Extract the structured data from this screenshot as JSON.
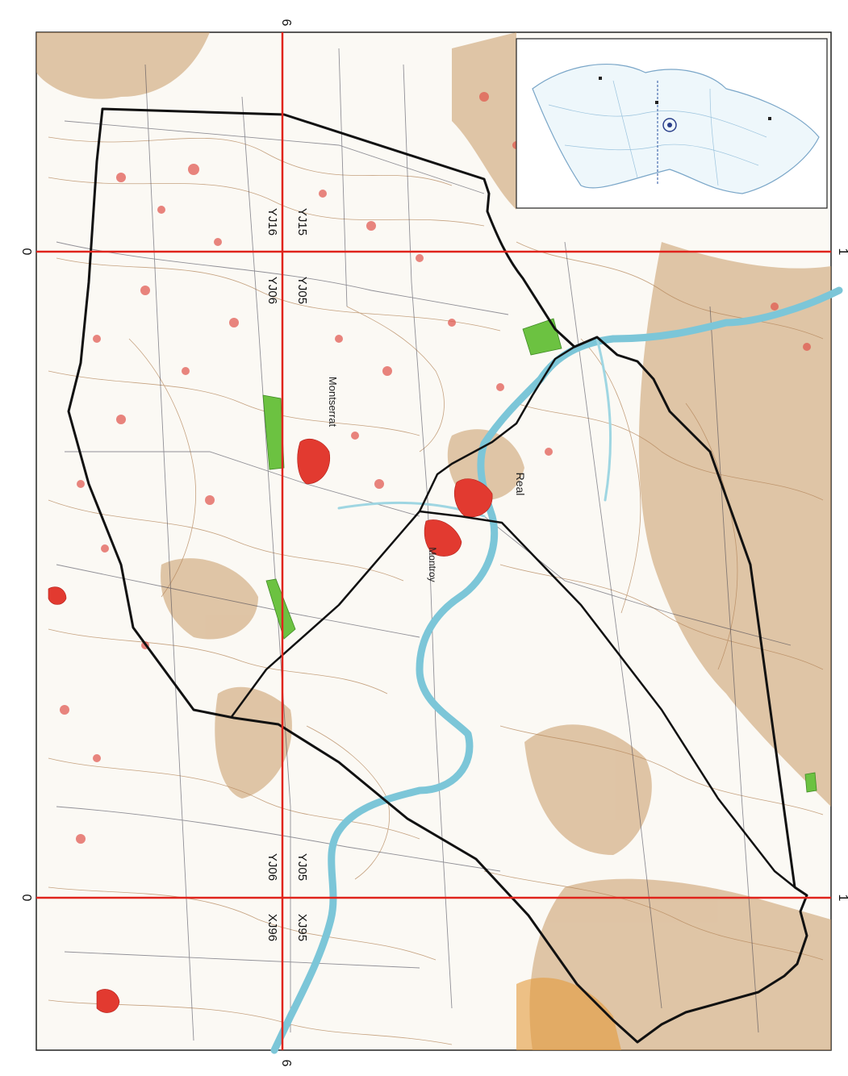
{
  "map": {
    "grid_labels": {
      "top_left": "6",
      "top_right": "6",
      "left_top": "0",
      "left_bottom": "0",
      "right_top": "1",
      "right_bottom": "1"
    },
    "sheet_labels": {
      "upper_left_a": "XJ96",
      "upper_left_b": "YJ06",
      "lower_left_a": "XJ95",
      "lower_left_b": "YJ05",
      "upper_right_a": "YJ06",
      "upper_right_b": "YJ16",
      "lower_right_a": "YJ05",
      "lower_right_b": "YJ15"
    },
    "places": {
      "montserrat": "Montserrat",
      "montroy": "Montroy",
      "real": "Real"
    },
    "colors": {
      "grid": "#e0241c",
      "boundary": "#111111",
      "water": "#7cc6d8",
      "urban": "#e23a30",
      "park": "#6cc241",
      "relief": "#b98a5a",
      "paper": "#fbf9f4"
    }
  }
}
